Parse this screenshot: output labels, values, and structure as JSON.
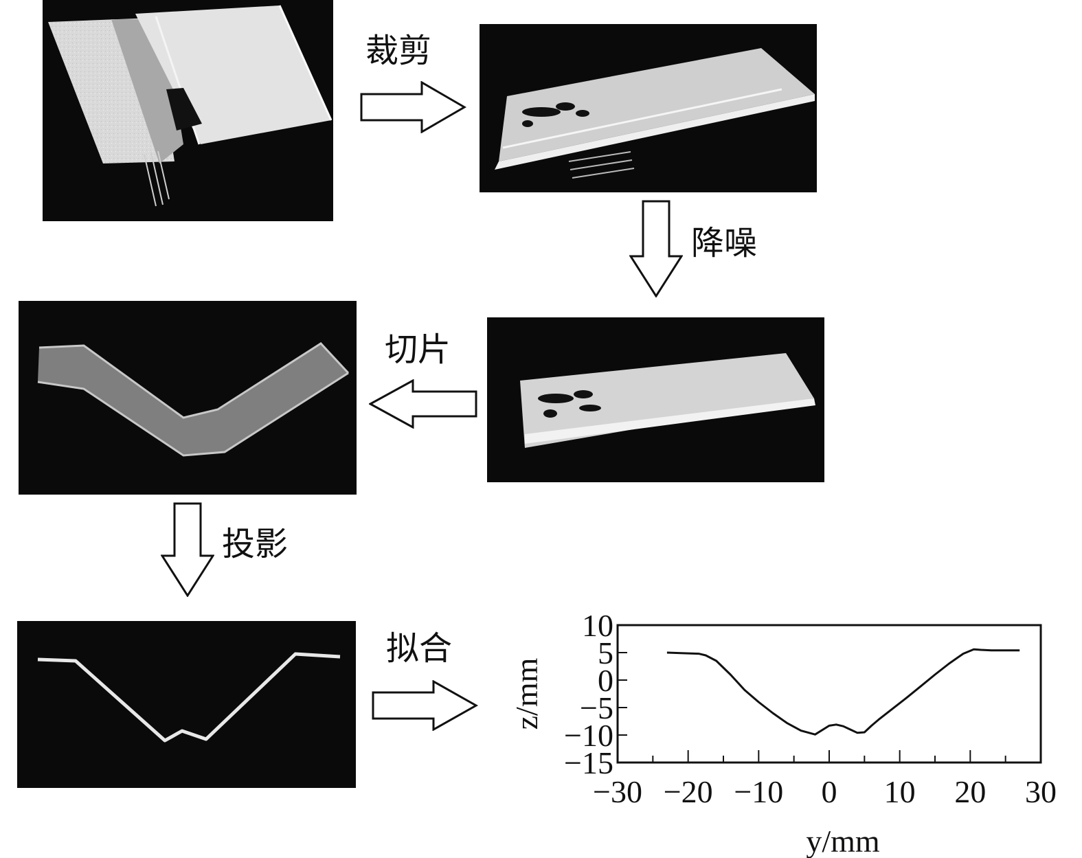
{
  "steps": {
    "crop": "裁剪",
    "denoise": "降噪",
    "slice": "切片",
    "project": "投影",
    "fit": "拟合"
  },
  "colors": {
    "panel_background": "#0a0a0a",
    "arrow_stroke": "#111111",
    "curve": "#111111"
  },
  "chart_data": {
    "type": "line",
    "title": "",
    "xlabel": "y/mm",
    "ylabel": "z/mm",
    "xlim": [
      -30,
      30
    ],
    "ylim": [
      -15,
      10
    ],
    "xticks": [
      -30,
      -20,
      -10,
      0,
      10,
      20,
      30
    ],
    "yticks": [
      10,
      5,
      0,
      -5,
      -10,
      -15
    ],
    "grid": false,
    "series": [
      {
        "x": [
          -23,
          -21,
          -18.5,
          -17.5,
          -16,
          -14,
          -12,
          -10,
          -8,
          -6,
          -4,
          -2,
          0,
          1,
          2,
          3,
          4,
          5,
          6,
          7,
          9,
          11,
          13,
          15,
          17,
          19,
          20.5,
          21.5,
          23,
          25,
          27
        ],
        "y": [
          5,
          4.9,
          4.8,
          4.5,
          3.5,
          1,
          -1.8,
          -4,
          -6,
          -7.8,
          -9.2,
          -9.9,
          -8.3,
          -8.1,
          -8.4,
          -9,
          -9.6,
          -9.5,
          -8.3,
          -7.2,
          -5.2,
          -3.2,
          -1.1,
          1,
          3,
          4.8,
          5.6,
          5.5,
          5.4,
          5.4,
          5.4
        ]
      }
    ]
  }
}
